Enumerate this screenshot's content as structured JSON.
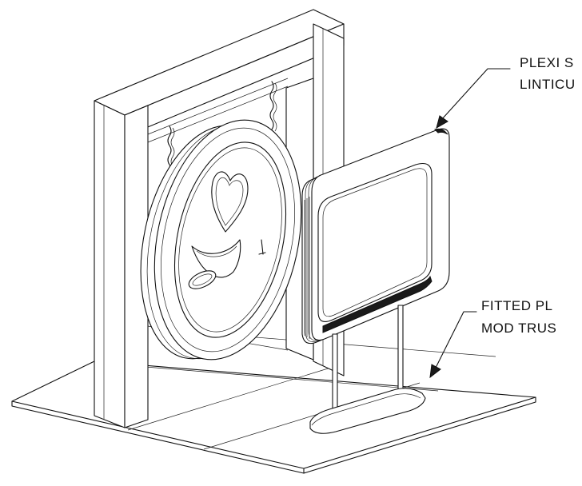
{
  "callouts": {
    "plexi": {
      "line1": "PLEXI S",
      "line2": "LINTICU"
    },
    "fitted": {
      "line1": "FITTED PL",
      "line2": "MOD TRUS"
    }
  },
  "colors": {
    "stroke": "#111111",
    "background": "#ffffff",
    "dark_edge": "#1a1a1a"
  }
}
